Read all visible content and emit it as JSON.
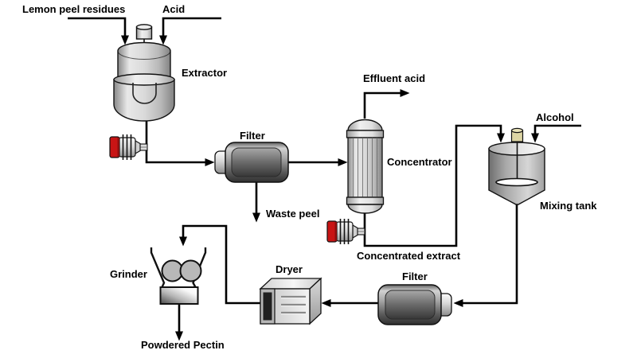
{
  "diagram": {
    "background": "#ffffff",
    "line_color": "#000000",
    "accent_colors": {
      "pump_red": "#c81414",
      "motor_beige": "#ddd5a4"
    },
    "equipment": {
      "extractor": "Extractor",
      "filter1": "Filter",
      "concentrator": "Concentrator",
      "mixing_tank": "Mixing tank",
      "filter2": "Filter",
      "dryer": "Dryer",
      "grinder": "Grinder"
    },
    "streams": {
      "lemon_peel": "Lemon peel residues",
      "acid": "Acid",
      "effluent_acid": "Effluent acid",
      "waste_peel": "Waste peel",
      "concentrated_extract": "Concentrated extract",
      "alcohol": "Alcohol",
      "powdered_pectin": "Powdered Pectin"
    },
    "connections": [
      "Lemon peel residues -> Extractor",
      "Acid -> Extractor",
      "Extractor -> Filter",
      "Filter -> Waste peel (out)",
      "Filter -> Concentrator",
      "Concentrator -> Effluent acid (out)",
      "Concentrator -> Concentrated extract -> Mixing tank",
      "Alcohol -> Mixing tank",
      "Mixing tank -> Filter",
      "Filter -> Dryer",
      "Dryer -> Grinder",
      "Grinder -> Powdered Pectin"
    ]
  }
}
